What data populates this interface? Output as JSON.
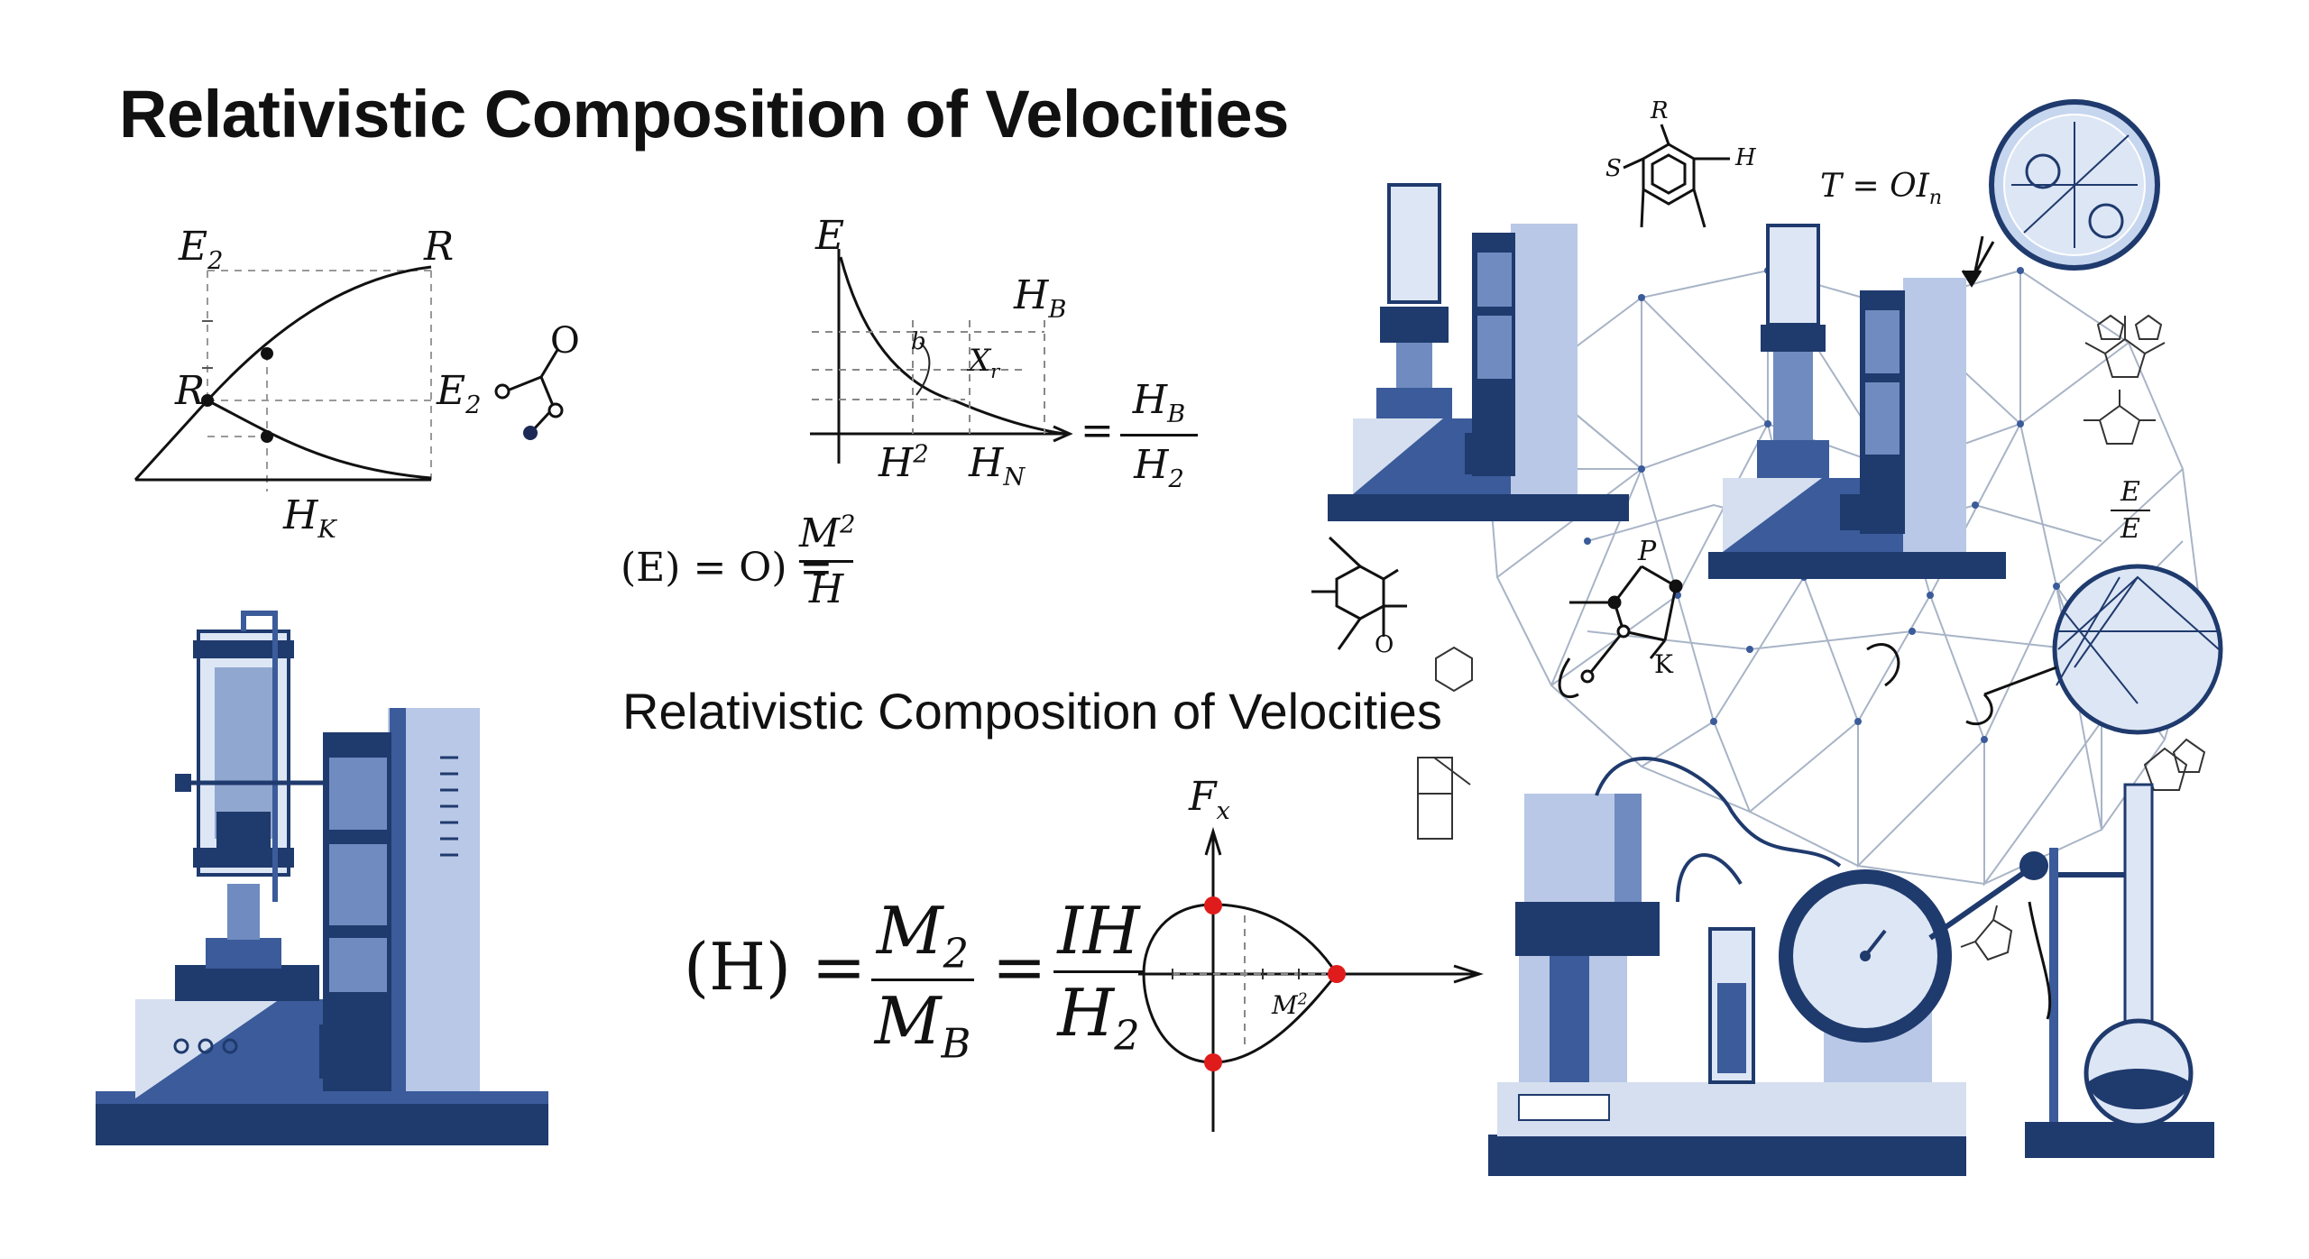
{
  "header": {
    "title": "Relativistic Composition of Velocities",
    "subtitle": "Relativistic Composition of Velocities"
  },
  "graph1": {
    "labels": {
      "e2_top": "E",
      "e2_top_sub": "2",
      "r_top": "R",
      "r_left": "R",
      "e2_right": "E",
      "e2_right_sub": "2",
      "hk": "H",
      "hk_sub": "K",
      "o_mol": "O"
    }
  },
  "graph2": {
    "labels": {
      "e": "E",
      "hb": "H",
      "hb_sub": "B",
      "b_small": "b",
      "x": "X",
      "x_sub": "r",
      "h2": "H",
      "h2_sup": "2",
      "hn": "H",
      "hn_sub": "N"
    },
    "equals": "=",
    "frac_num": "H",
    "frac_num_sub": "B",
    "frac_den": "H",
    "frac_den_sub": "2"
  },
  "eq1": {
    "lhs": "(E) = O) =",
    "num": "M",
    "num_sup": "2",
    "den": "H"
  },
  "eq2": {
    "lhs": "(H) =",
    "f1_num": "M",
    "f1_num_sub": "2",
    "f1_den": "M",
    "f1_den_sub": "B",
    "mid": "=",
    "f2_num": "IH",
    "f2_den": "H",
    "f2_den_sub": "2"
  },
  "graph3": {
    "labels": {
      "fx": "F",
      "fx_sub": "x",
      "m2": "M",
      "m2_sup": "2"
    },
    "marker_color": "#e01b1b"
  },
  "right_cluster": {
    "labels": {
      "t_eq": "T = OI",
      "t_eq_sub": "n",
      "e_num": "E",
      "e_den": "E",
      "r_mol": "R",
      "s_mol": "S",
      "h_mol": "H",
      "p_mol": "P",
      "o_mol": "O",
      "k_mol": "K"
    }
  },
  "colors": {
    "navy": "#1f3a6d",
    "blue": "#3b5b9a",
    "mid_blue": "#6f8bc0",
    "light_blue": "#b8c8e6",
    "pale_blue": "#dde6f5",
    "network": "#a8b4c6",
    "red": "#e01b1b"
  }
}
